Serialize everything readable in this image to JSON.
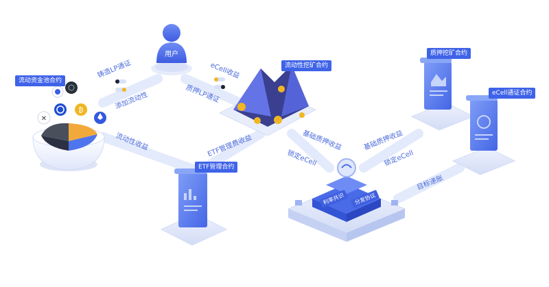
{
  "tags": {
    "liquidity_pool": "流动资金池合约",
    "liquidity_mining": "流动性挖矿合约",
    "staking_mining": "质押挖矿合约",
    "ecell_token": "eCell通证合约",
    "etf_management": "ETF管理合约"
  },
  "user": {
    "label": "用户"
  },
  "flows": {
    "mint_lp": "铸造LP通证",
    "add_liquidity": "添加流动性",
    "ecell_income": "eCell收益",
    "stake_lp": "质押LP通证",
    "liquidity_income": "流动性收益",
    "etf_fee_income": "ETF管理费收益",
    "base_staking_income_left": "基础质押收益",
    "lock_ecell_left": "锁定eCell",
    "base_staking_income_right": "基础质押收益",
    "lock_ecell_right": "锁定eCell",
    "target_increase": "目标递胀"
  },
  "platform": {
    "label_left": "利率共识",
    "label_right": "分发协议"
  },
  "colors": {
    "primary": "#3f63e8",
    "flow_text": "#4b6bdc",
    "accent_gold": "#f0b623"
  }
}
